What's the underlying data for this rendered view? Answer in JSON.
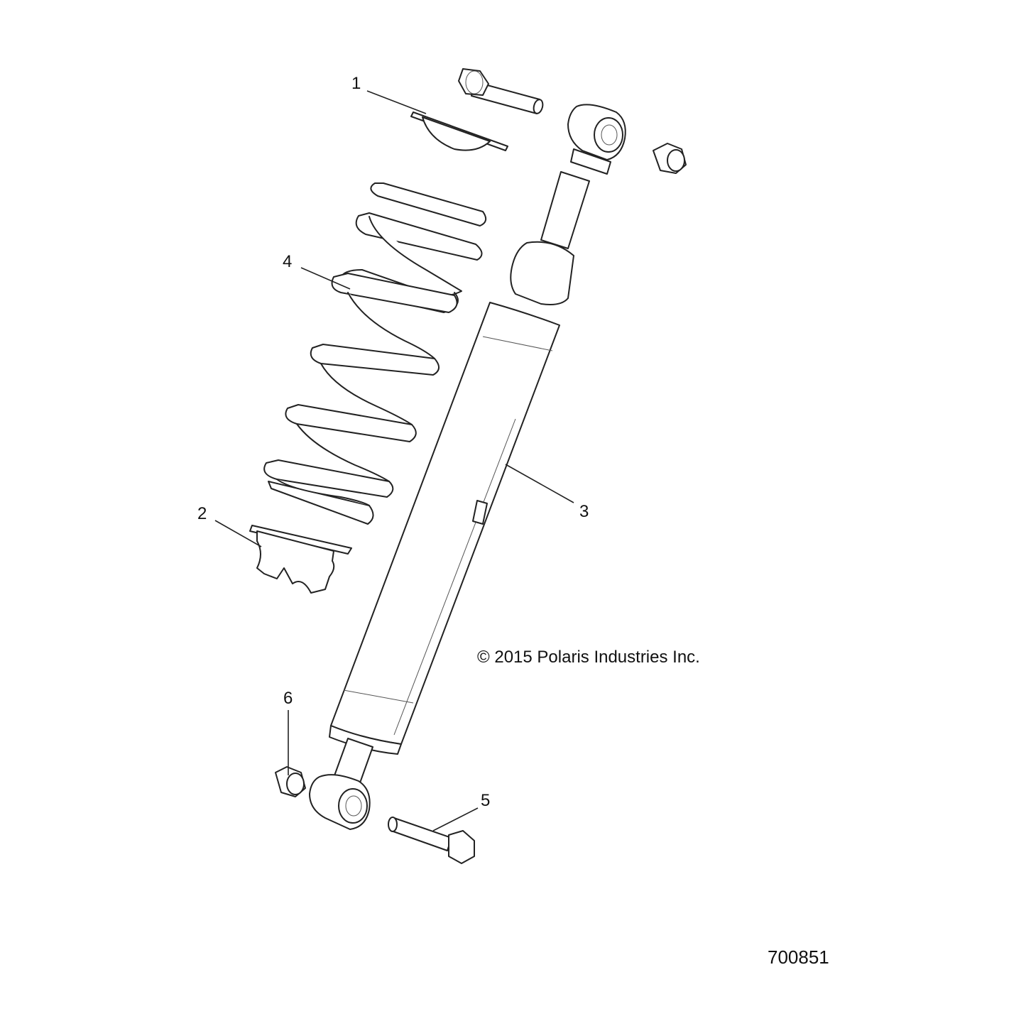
{
  "callouts": {
    "c1": "1",
    "c2": "2",
    "c3": "3",
    "c4": "4",
    "c5": "5",
    "c6": "6"
  },
  "copyright": "© 2015 Polaris Industries Inc.",
  "drawing_number": "700851",
  "colors": {
    "line": "#222222",
    "background": "#ffffff"
  }
}
